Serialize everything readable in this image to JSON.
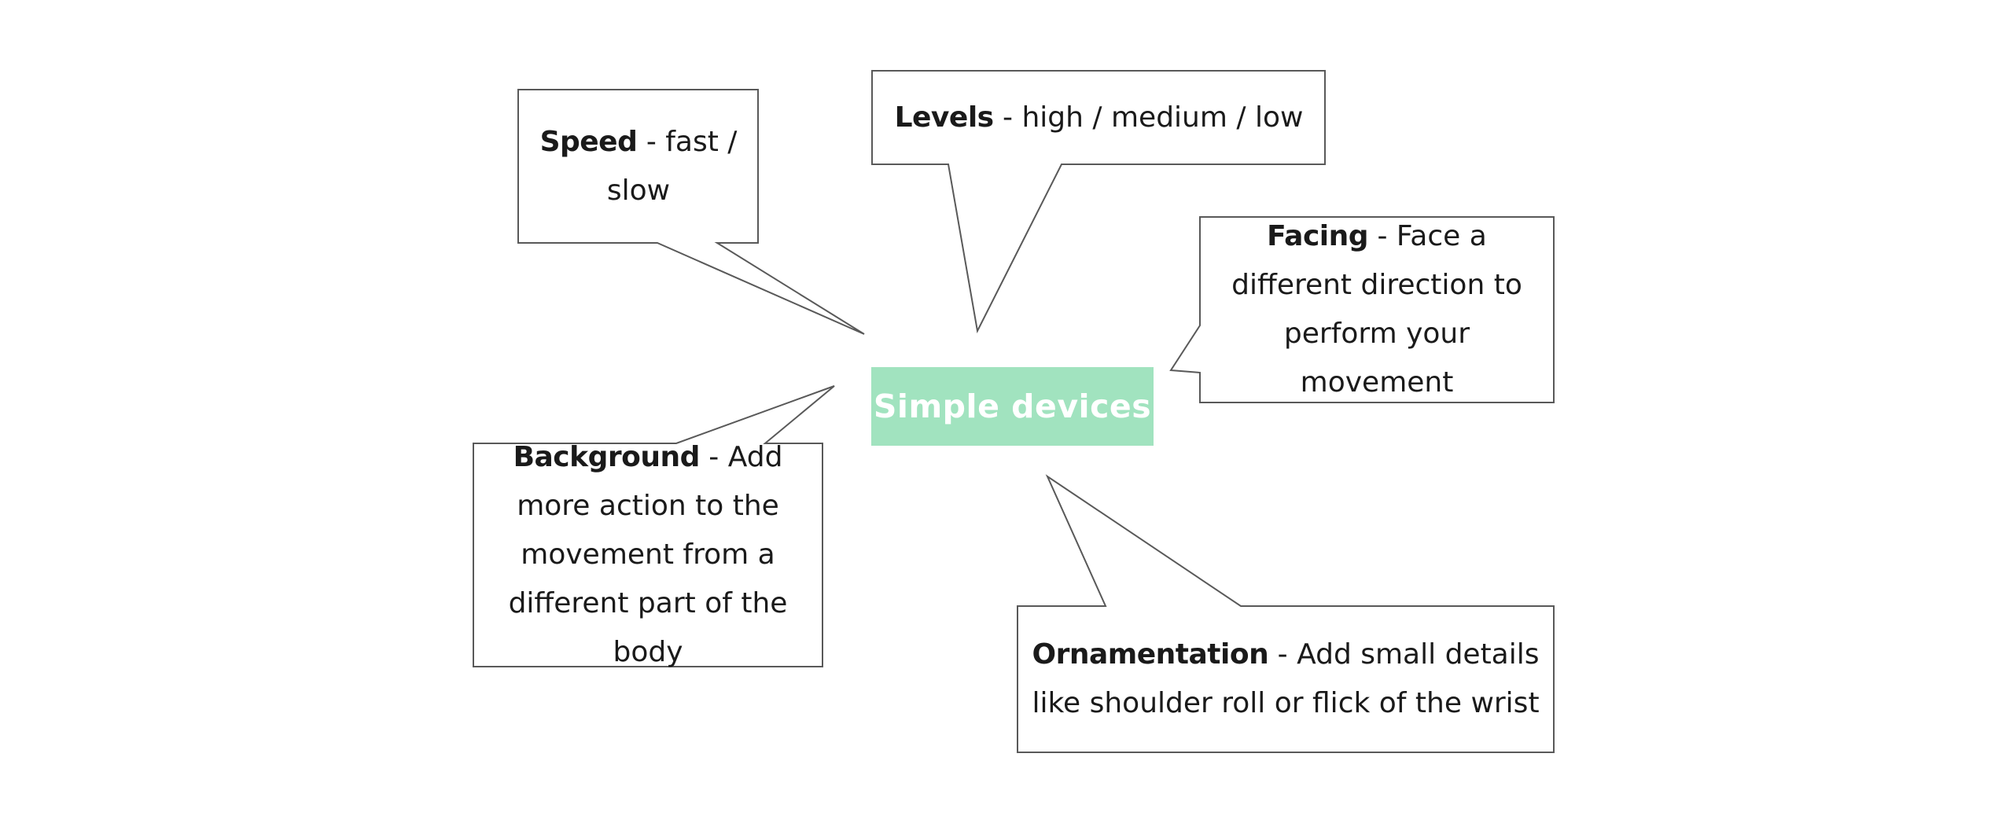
{
  "center": {
    "label": "Simple devices",
    "color": "#a1e3bf"
  },
  "bubbles": [
    {
      "id": "speed",
      "term": "Speed",
      "description": " - fast / slow"
    },
    {
      "id": "levels",
      "term": "Levels",
      "description": " - high / medium / low"
    },
    {
      "id": "facing",
      "term": "Facing",
      "description": " - Face a different direction to perform your movement"
    },
    {
      "id": "background",
      "term": "Background",
      "description": " - Add more action to the movement from a different part of the body"
    },
    {
      "id": "ornamentation",
      "term": "Ornamentation",
      "description": " - Add small details like shoulder roll or flick of the wrist"
    }
  ],
  "colors": {
    "border": "#595959",
    "text": "#1a1a1a",
    "background": "#ffffff"
  }
}
